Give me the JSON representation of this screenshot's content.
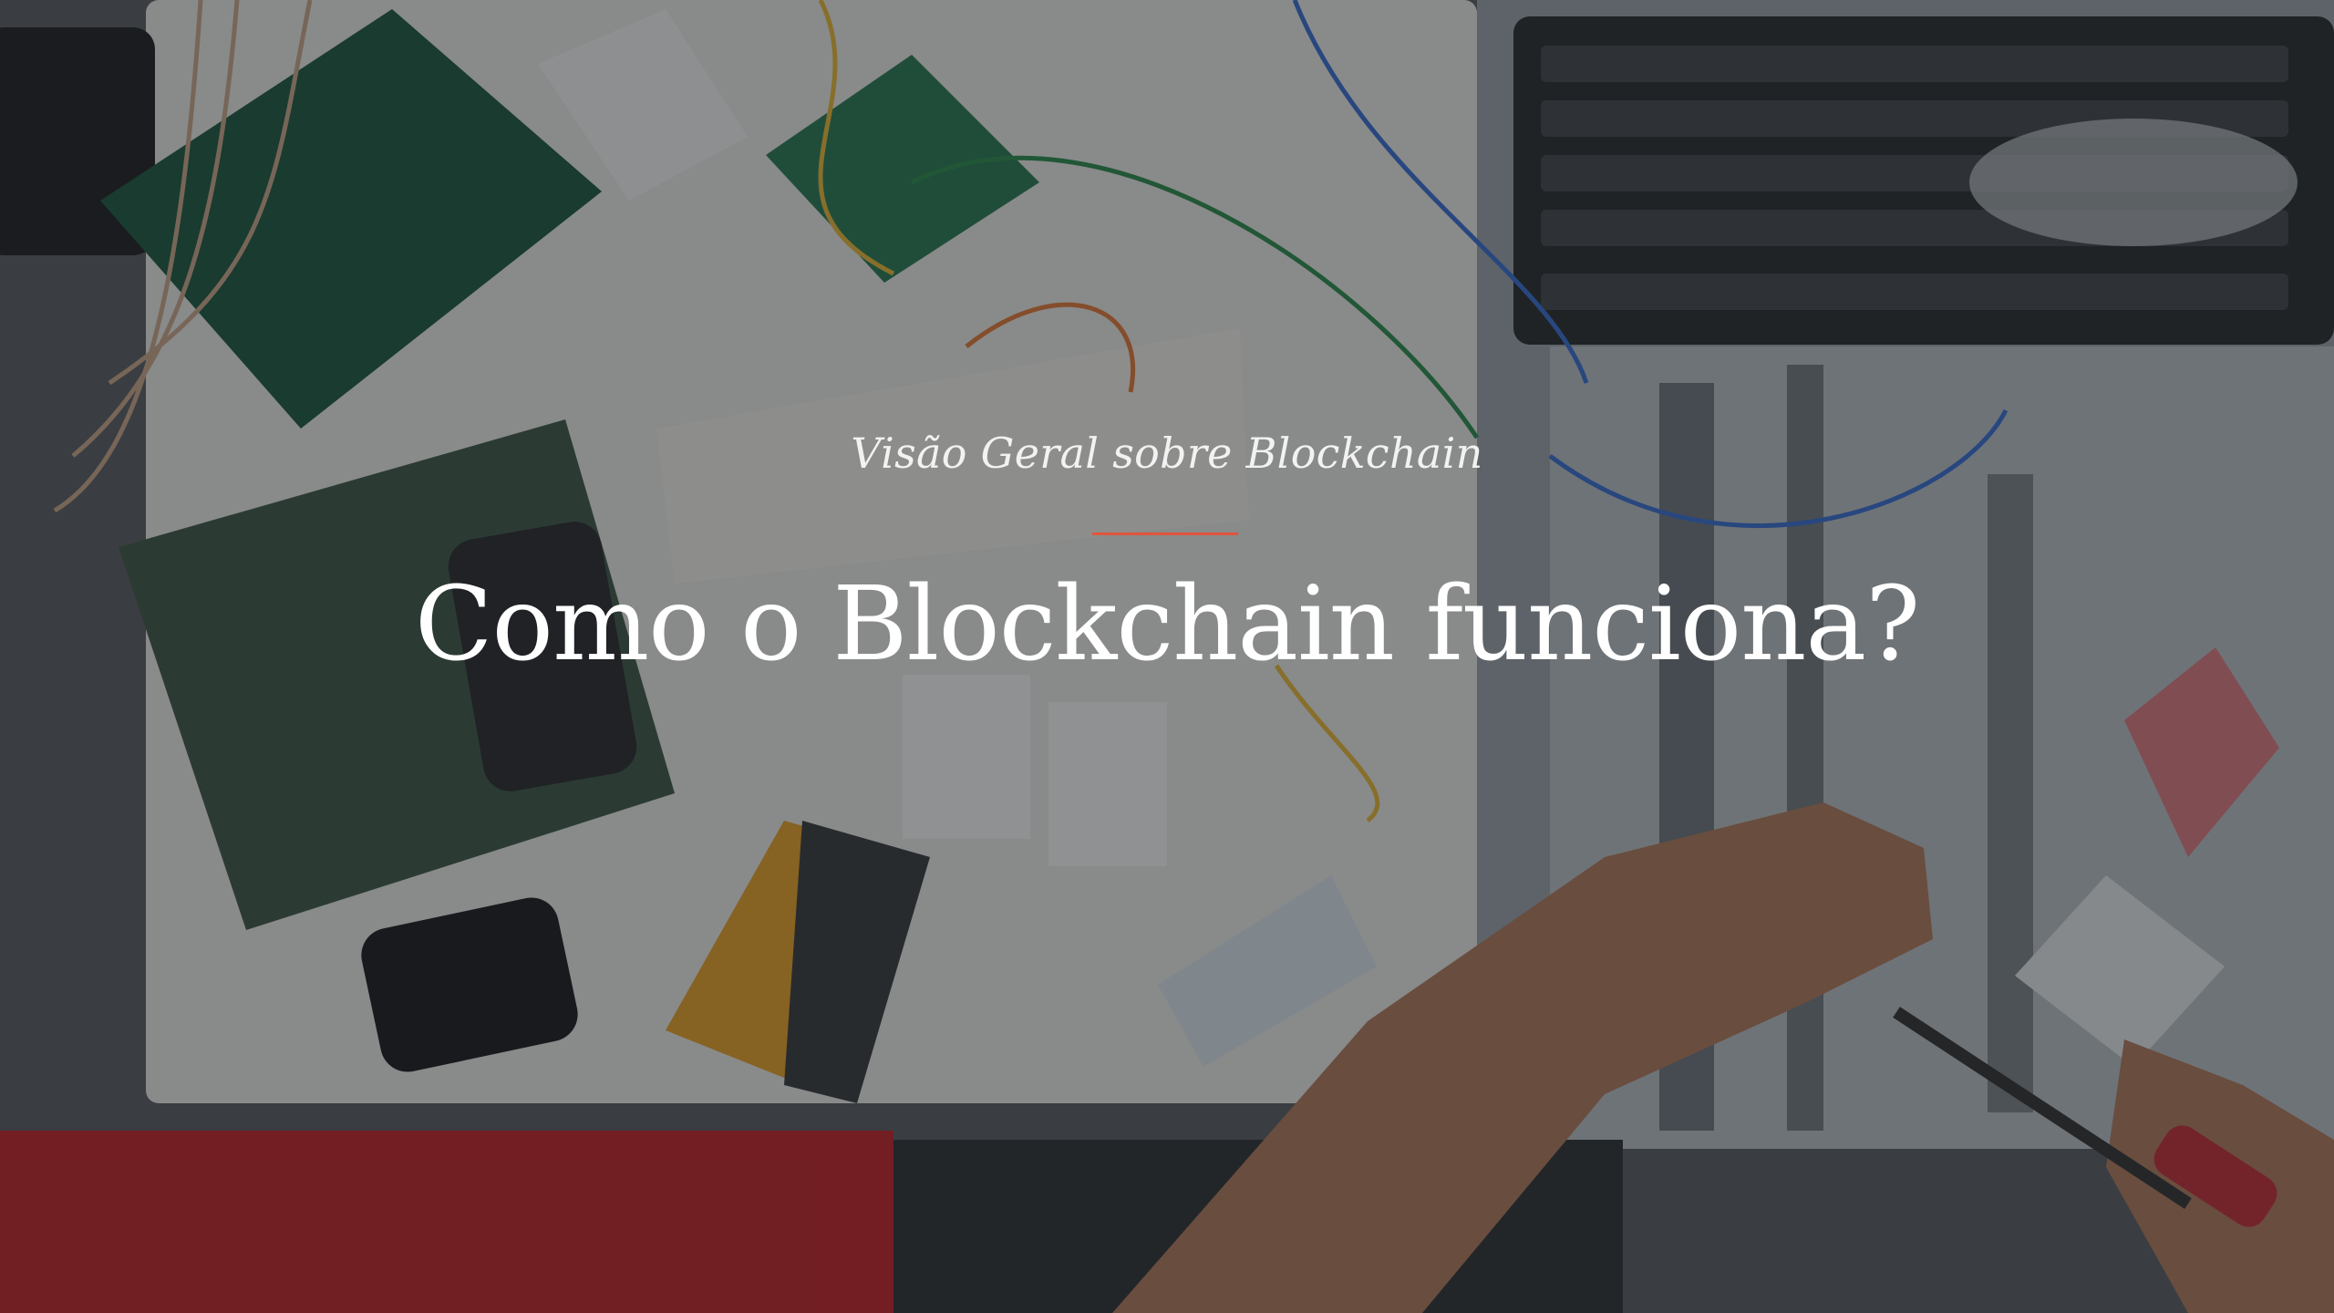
{
  "slide": {
    "subtitle": "Visão Geral sobre Blockchain",
    "title": "Como o Blockchain funciona?"
  },
  "colors": {
    "accent": "#e0553b",
    "text": "#ffffff",
    "overlay": "#14161a"
  },
  "background": {
    "icon": "electronics-workbench-photo"
  }
}
